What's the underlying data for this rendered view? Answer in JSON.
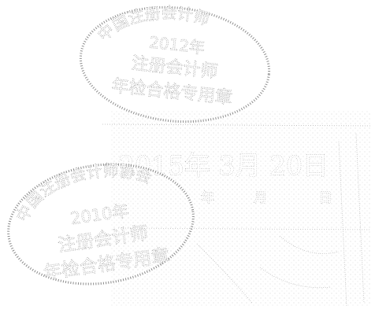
{
  "document": {
    "date_line": "2015年 3月 20日",
    "date_field_labels": [
      "年",
      "月",
      "日"
    ]
  },
  "stamps": [
    {
      "type": "seal",
      "arc_text": "中国注册会计师",
      "lines": [
        "2012年",
        "注册会计师",
        "年检合格专用章"
      ]
    },
    {
      "type": "seal",
      "arc_text": "中国注册会计师协会",
      "lines": [
        "2010年",
        "注册会计师",
        "年检合格专用章"
      ]
    }
  ],
  "colors": {
    "ink": "#8c8c8c",
    "background": "#ffffff"
  }
}
